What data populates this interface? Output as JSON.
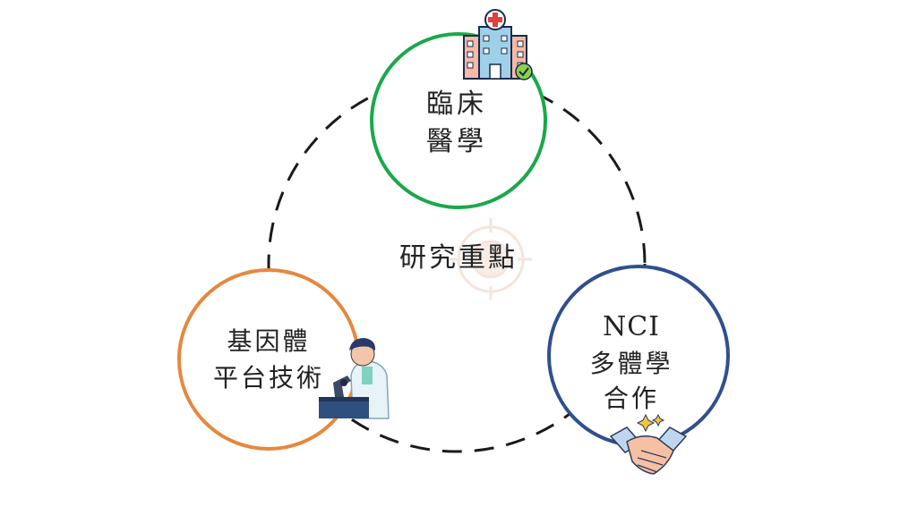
{
  "center": {
    "label": "研究重點"
  },
  "nodes": [
    {
      "id": "clinical",
      "lines": [
        "臨床",
        "醫學"
      ],
      "color": "#1aa84a",
      "icon": "hospital-icon"
    },
    {
      "id": "genomics",
      "lines": [
        "基因體",
        "平台技術"
      ],
      "color": "#e5883e",
      "icon": "scientist-microscope-icon"
    },
    {
      "id": "nci",
      "lines": [
        "NCI",
        "多體學",
        "合作"
      ],
      "color": "#2f4f8f",
      "icon": "handshake-icon"
    }
  ],
  "colors": {
    "dash": "#1a1a1a",
    "watermark": "#f3e2d8",
    "text": "#222222"
  }
}
